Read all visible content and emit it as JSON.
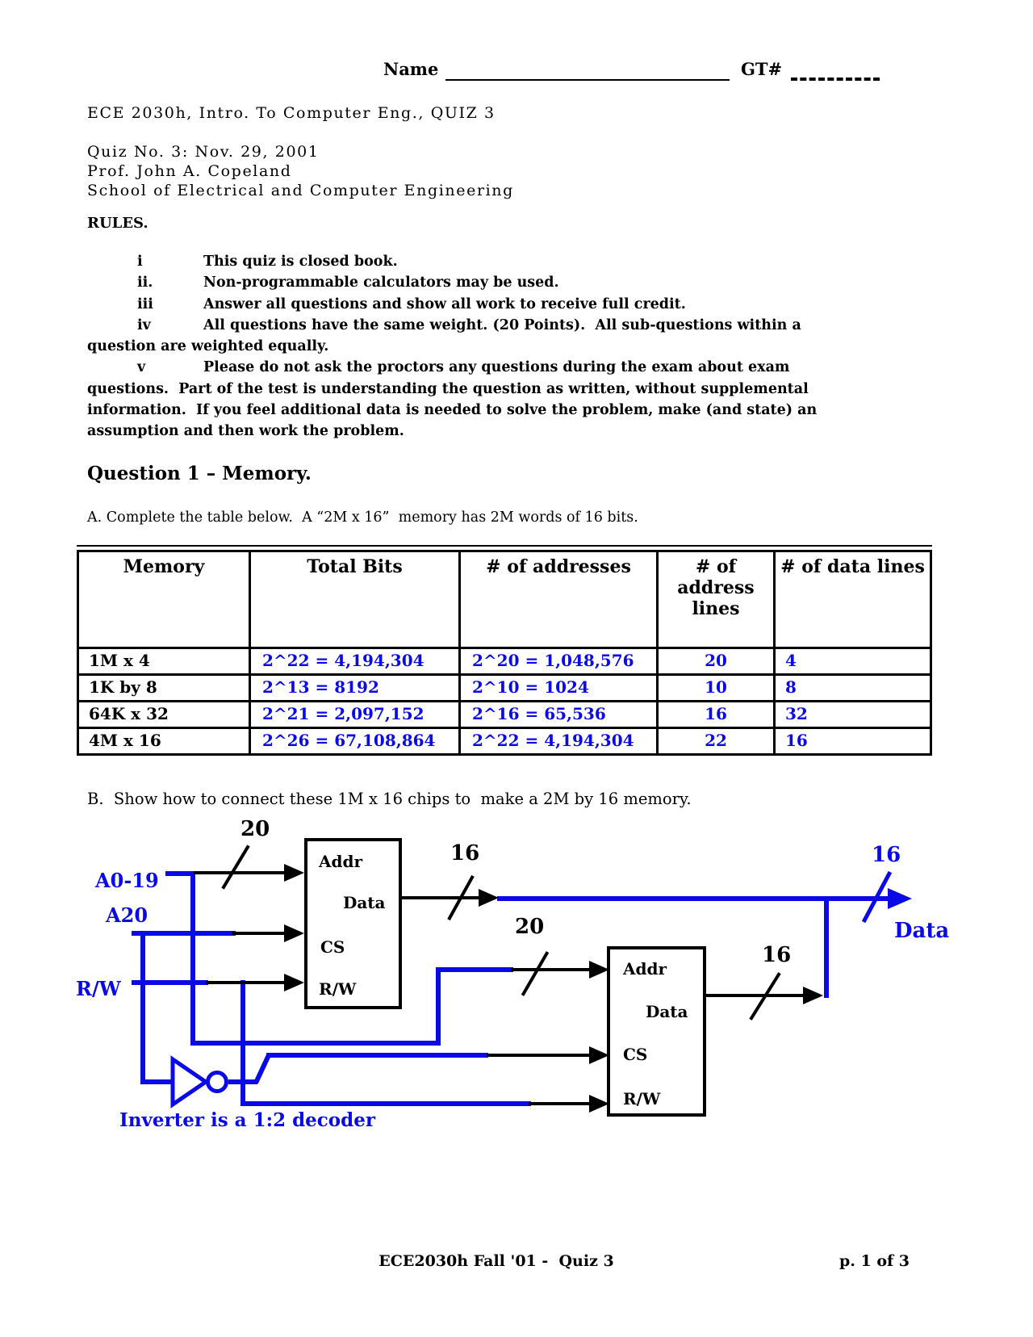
{
  "header": {
    "name_label": "Name",
    "gt_label": "GT#"
  },
  "meta": {
    "course": "ECE 2030h, Intro. To Computer Eng., QUIZ 3",
    "quiz_no": "Quiz No. 3: Nov. 29, 2001",
    "prof": "Prof. John A. Copeland",
    "school": "School of Electrical and Computer Engineering"
  },
  "rules": {
    "title": "RULES.",
    "lines": [
      {
        "num": "i",
        "text": "This quiz is closed book."
      },
      {
        "num": "ii.",
        "text": "Non-programmable calculators may be used."
      },
      {
        "num": "iii",
        "text": "Answer all questions and show all work to receive full credit."
      },
      {
        "num": "iv",
        "text": "All questions have the same weight. (20 Points).  All sub-questions within a"
      },
      {
        "text": "question are weighted equally."
      },
      {
        "num": "v",
        "text": "Please do not ask the proctors any questions during the exam about exam"
      },
      {
        "text": "questions.  Part of the test is understanding the question as written, without supplemental"
      },
      {
        "text": "information.  If you feel additional data is needed to solve the problem, make (and state) an"
      },
      {
        "text": "assumption and then work the problem."
      }
    ]
  },
  "question1": {
    "title": "Question 1 – Memory.",
    "part_a": "A. Complete the table below.  A “2M x 16”  memory has 2M words of 16 bits.",
    "part_b": "B.  Show how to connect these 1M x 16 chips to  make a 2M by 16 memory."
  },
  "table": {
    "headers": [
      "Memory",
      "Total Bits",
      "# of addresses",
      "# of address lines",
      "# of data lines"
    ],
    "rows": [
      [
        "1M x 4",
        "2^22 = 4,194,304",
        "2^20 = 1,048,576",
        "20",
        "4"
      ],
      [
        "1K by 8",
        "2^13 = 8192",
        "2^10 = 1024",
        "10",
        "8"
      ],
      [
        "64K x 32",
        "2^21 = 2,097,152",
        "2^16 = 65,536",
        "16",
        "32"
      ],
      [
        "4M x 16",
        "2^26 = 67,108,864",
        "2^22 = 4,194,304",
        "22",
        "16"
      ]
    ]
  },
  "diagram": {
    "signal_labels": {
      "a0_19": "A0-19",
      "a20": "A20",
      "rw": "R/W",
      "data_out": "Data"
    },
    "bus_widths": {
      "addr1": "20",
      "data1": "16",
      "addr2": "20",
      "data2": "16",
      "data_out": "16"
    },
    "chips": [
      {
        "addr": "Addr",
        "data": "Data",
        "cs": "CS",
        "rw": "R/W"
      },
      {
        "addr": "Addr",
        "data": "Data",
        "cs": "CS",
        "rw": "R/W"
      }
    ],
    "caption": "Inverter is a 1:2 decoder",
    "colors": {
      "accent_blue": "#0a0ae6",
      "wire_black": "#000000"
    }
  },
  "footer": {
    "center": "ECE2030h Fall '01 -  Quiz 3",
    "right": "p. 1 of 3"
  }
}
